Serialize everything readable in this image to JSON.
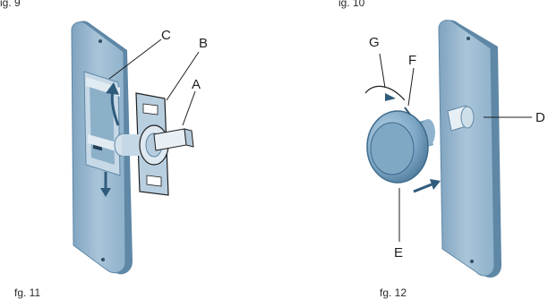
{
  "figures": {
    "left": {
      "caption_top": "ig. 9",
      "caption_bottom": "fg. 11",
      "labels": {
        "A": "A",
        "B": "B",
        "C": "C"
      }
    },
    "right": {
      "caption_top": "ig. 10",
      "caption_bottom": "fg. 12",
      "labels": {
        "D": "D",
        "E": "E",
        "F": "F",
        "G": "G"
      }
    }
  },
  "colors": {
    "plate": "#9cbad0",
    "plate_edge": "#5f87a6",
    "plate_dark": "#46708f",
    "knob": "#7ea8c6",
    "knob_dark": "#3f6b8c",
    "arrow": "#2f5b7c",
    "outline": "#1f1f1f"
  }
}
